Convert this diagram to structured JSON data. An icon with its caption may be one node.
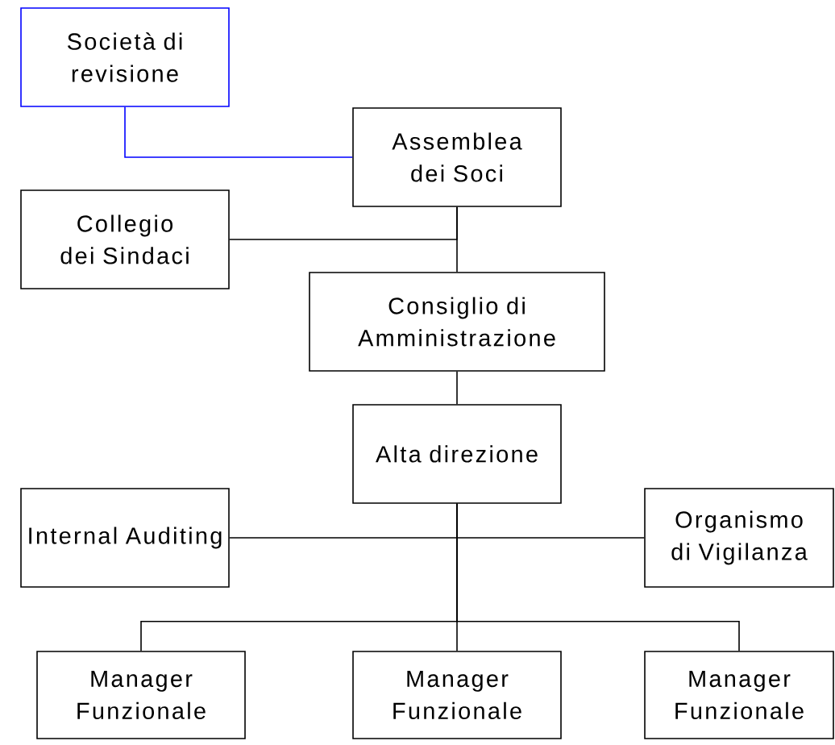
{
  "diagram": {
    "nodes": [
      {
        "text": [
          "Società di revisione"
        ]
      },
      {
        "text": [
          "Assemblea dei Soci"
        ]
      },
      {
        "text": [
          "Collegio dei Sindaci"
        ]
      },
      {
        "text": [
          "Consiglio di Amministrazione"
        ]
      },
      {
        "text": [
          "Alta direzione"
        ]
      },
      {
        "text": [
          "Internal Auditing"
        ]
      },
      {
        "text": [
          "Organismo di Vigilanza"
        ]
      },
      {
        "text": [
          "Manager Funzionale"
        ]
      },
      {
        "text": [
          "Manager Funzionale"
        ]
      },
      {
        "text": [
          "Manager Funzionale"
        ]
      }
    ],
    "edges": [
      {
        "from": 0,
        "to": 1,
        "arrow": "none",
        "color": "#0000ff"
      },
      {
        "from": 1,
        "to": 3,
        "arrow": "none"
      },
      {
        "from": 2,
        "to": 1,
        "arrow": "none"
      },
      {
        "from": 3,
        "to": 4,
        "arrow": "none"
      },
      {
        "from": 4,
        "to": 5,
        "arrow": "none"
      },
      {
        "from": 4,
        "to": 6,
        "arrow": "none"
      },
      {
        "from": 4,
        "to": 7,
        "arrow": "none"
      },
      {
        "from": 4,
        "to": 8,
        "arrow": "none"
      },
      {
        "from": 4,
        "to": 9,
        "arrow": "none"
      }
    ]
  }
}
